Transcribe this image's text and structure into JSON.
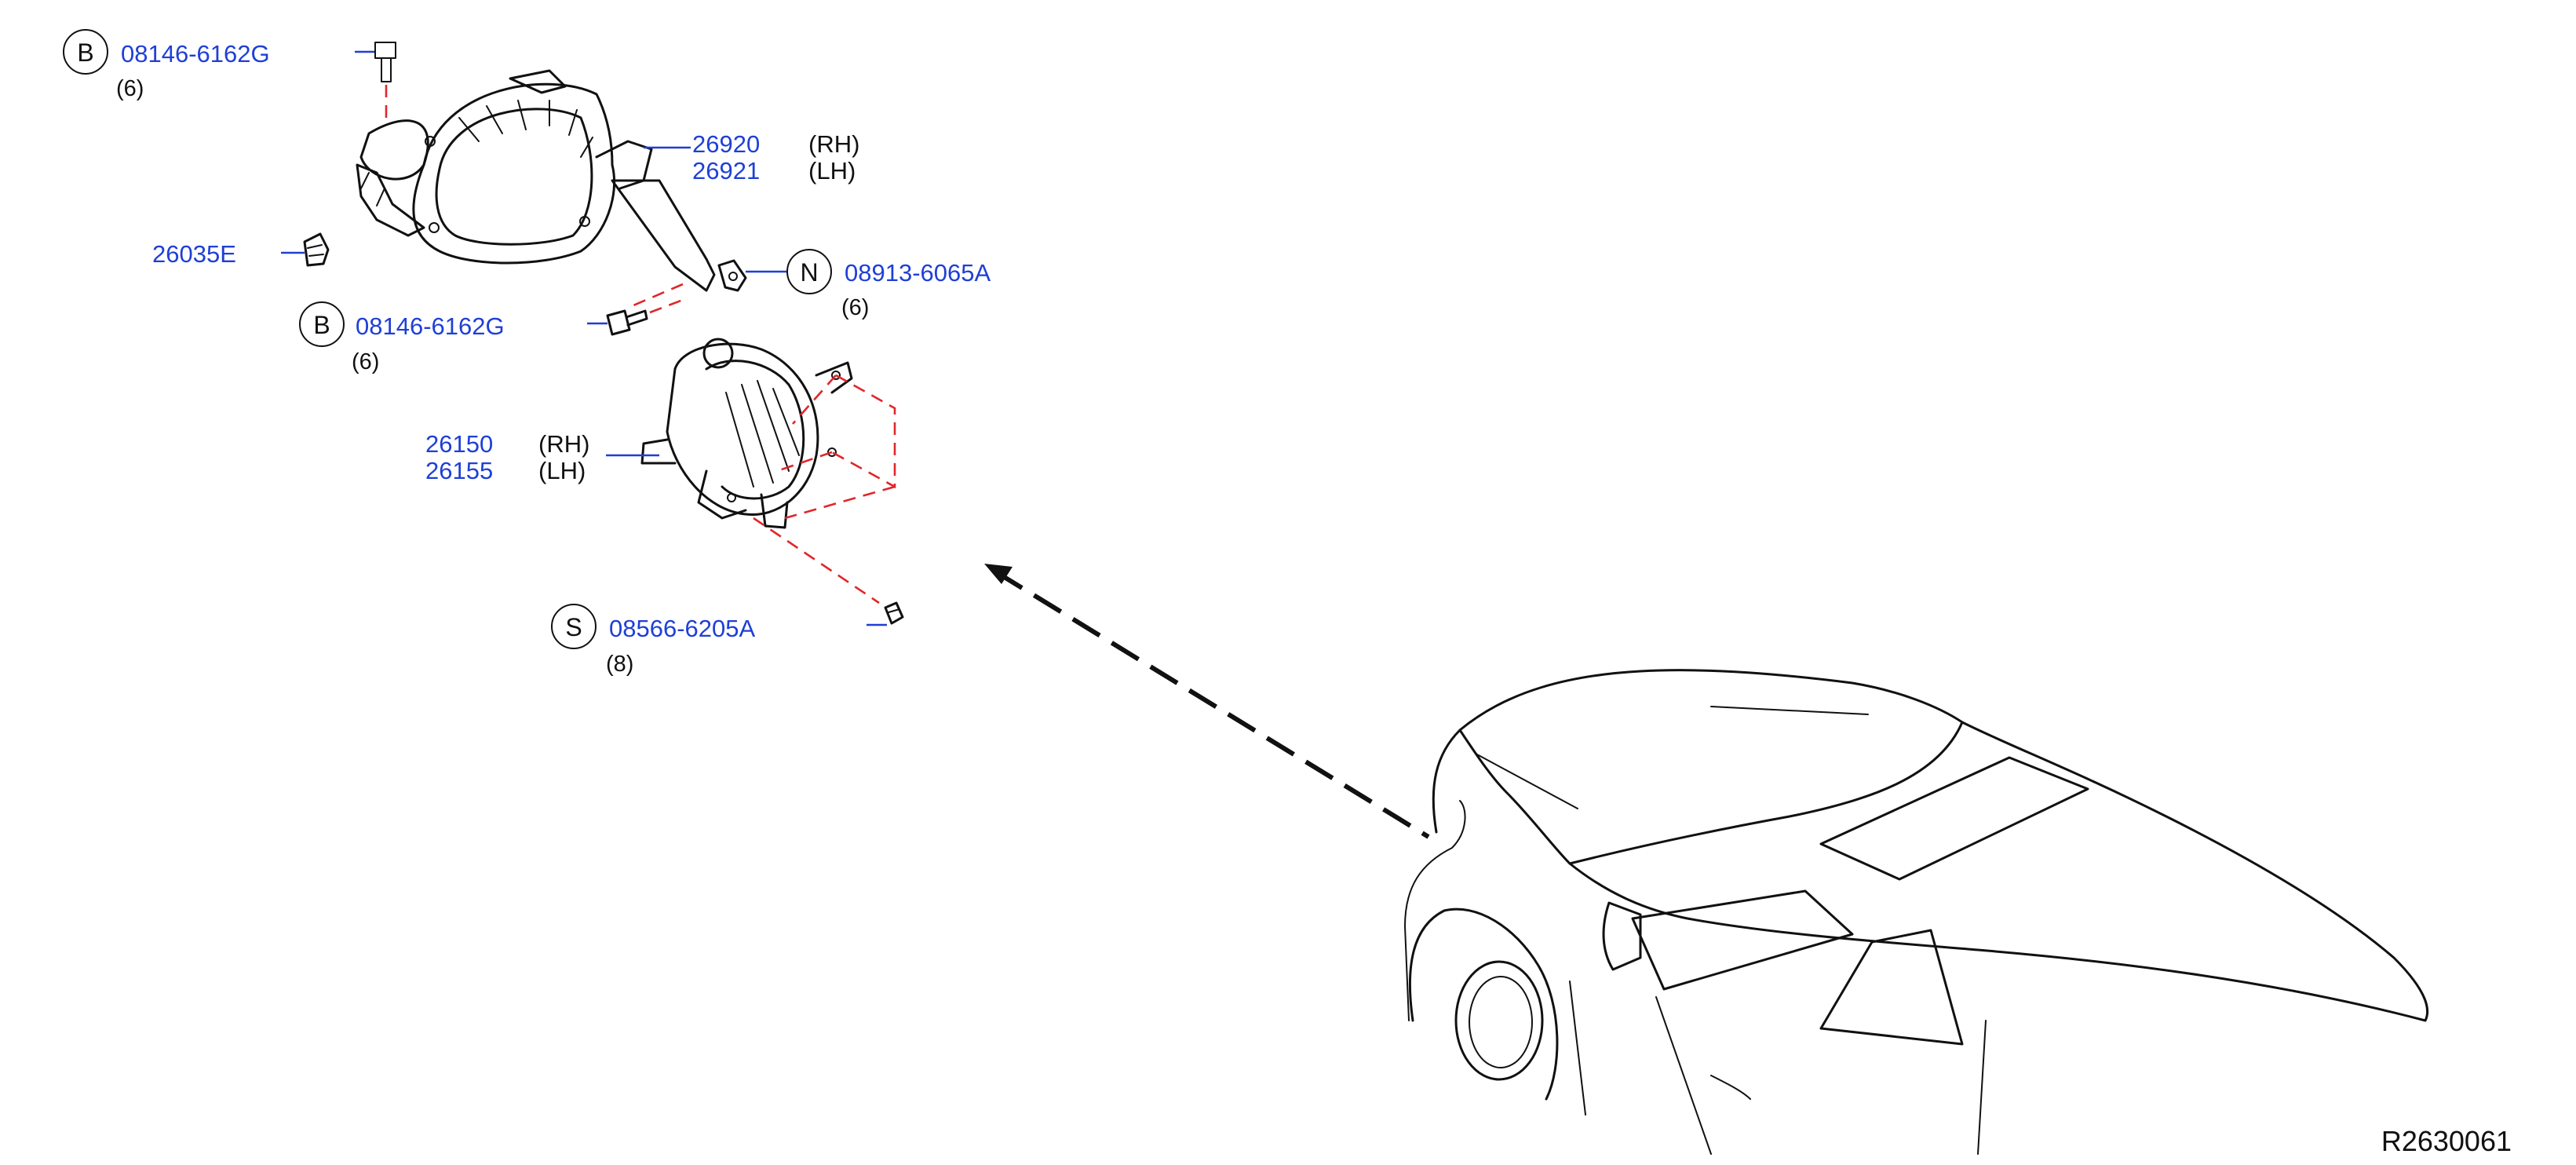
{
  "callouts": {
    "b_top": {
      "code": "B",
      "part": "08146-6162G",
      "qty": "(6)"
    },
    "bracket": {
      "part_rh": "26920",
      "side_rh": "(RH)",
      "part_lh": "26921",
      "side_lh": "(LH)"
    },
    "clip": {
      "part": "26035E"
    },
    "nut": {
      "code": "N",
      "part": "08913-6065A",
      "qty": "(6)"
    },
    "b_mid": {
      "code": "B",
      "part": "08146-6162G",
      "qty": "(6)"
    },
    "lamp": {
      "part_rh": "26150",
      "side_rh": "(RH)",
      "part_lh": "26155",
      "side_lh": "(LH)"
    },
    "screw": {
      "code": "S",
      "part": "08566-6205A",
      "qty": "(8)"
    }
  },
  "ref": "R2630061",
  "colors": {
    "part_number": "#1f3fd6",
    "alignment_dash": "#e0262a",
    "line_art": "#111111"
  }
}
